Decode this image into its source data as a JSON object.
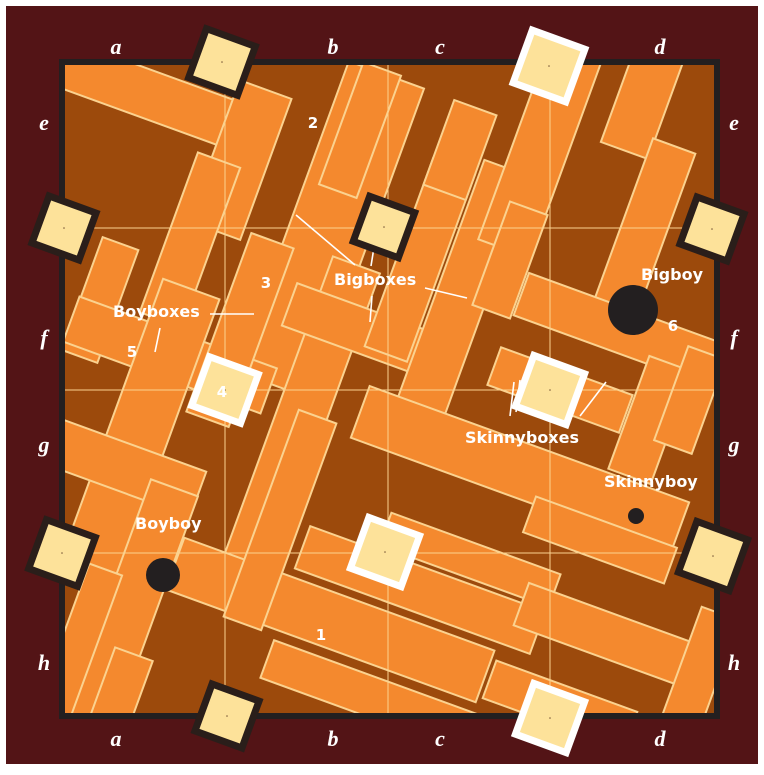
{
  "colors": {
    "frame": "#531416",
    "frame_edge": "#2a0e0e",
    "dark_tile": "#9c4a0c",
    "light_tile": "#f4892e",
    "tile_outline": "#fbd28f",
    "grid_line": "#fbd28f",
    "square_fill": "#fde29a",
    "square_border_dark": "#2a1e1a",
    "square_border_light": "#ffffff",
    "piece": "#231f20",
    "text": "#ffffff"
  },
  "board": {
    "top_columns": [
      "a",
      "b",
      "c",
      "d"
    ],
    "bottom_columns": [
      "a",
      "b",
      "c",
      "d"
    ],
    "left_rows": [
      "e",
      "f",
      "g",
      "h"
    ],
    "right_rows": [
      "e",
      "f",
      "g",
      "h"
    ]
  },
  "callouts": {
    "bigboxes": "Bigboxes",
    "boyboxes": "Boyboxes",
    "skinnyboxes": "Skinnyboxes",
    "bigboy": "Bigboy",
    "skinnyboy": "Skinnyboy",
    "boyboy": "Boyboy"
  },
  "numbers": {
    "n1": "1",
    "n2": "2",
    "n3": "3",
    "n4": "4",
    "n5": "5",
    "n6": "6"
  },
  "pieces": {
    "bigboy": "large black disc",
    "boyboy": "medium black disc",
    "skinnyboy": "small black disc"
  },
  "icons": {
    "frame_square": "square-marker-icon",
    "piece": "disc-piece-icon"
  }
}
